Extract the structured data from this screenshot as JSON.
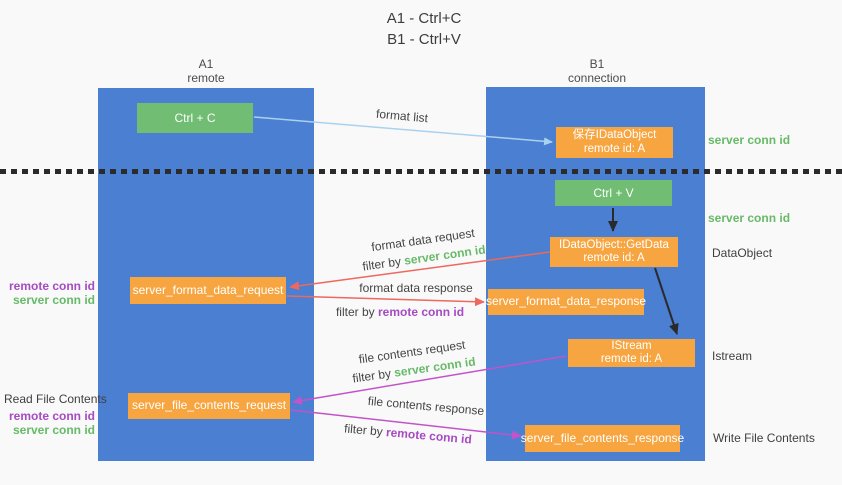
{
  "title": {
    "line1": "A1 - Ctrl+C",
    "line2": "B1 - Ctrl+V"
  },
  "columns": {
    "left": {
      "id": "A1",
      "subtitle": "remote"
    },
    "right": {
      "id": "B1",
      "subtitle": "connection"
    }
  },
  "boxes": {
    "ctrl_c": {
      "label": "Ctrl + C"
    },
    "ctrl_v": {
      "label": "Ctrl + V"
    },
    "save_idataobject": {
      "line1": "保存IDataObject",
      "line2": "remote id: A"
    },
    "getdata": {
      "line1": "IDataObject::GetData",
      "line2": "remote id: A"
    },
    "istream": {
      "line1": "IStream",
      "line2": "remote id: A"
    },
    "server_format_data_request": {
      "label": "server_format_data_request"
    },
    "server_format_data_response": {
      "label": "server_format_data_response"
    },
    "server_file_contents_request": {
      "label": "server_file_contents_request"
    },
    "server_file_contents_response": {
      "label": "server_file_contents_response"
    }
  },
  "arrow_labels": {
    "format_list": "format list",
    "format_data_request": "format data request",
    "format_data_response": "format data response",
    "file_contents_request": "file contents request",
    "file_contents_response": "file contents response",
    "filter_by": "filter by",
    "server_conn_id": "server conn id",
    "remote_conn_id": "remote conn id"
  },
  "side_labels": {
    "server_conn_id_top": "server conn id",
    "server_conn_id_mid": "server conn id",
    "dataobject": "DataObject",
    "istream": "Istream",
    "read_file_contents": "Read File Contents",
    "write_file_contents": "Write File Contents",
    "left_pair1": {
      "remote": "remote conn id",
      "server": "server conn id"
    },
    "left_pair2": {
      "remote": "remote conn id",
      "server": "server conn id"
    }
  },
  "colors": {
    "lifeline_blue": "#4a7fd2",
    "box_green": "#70bd73",
    "box_orange": "#f7a540",
    "arrow_red": "#ed685e",
    "arrow_magenta": "#c253c9",
    "arrow_lightblue": "#a8d2ee",
    "arrow_black": "#2a2a2a",
    "text_green": "#67ba68",
    "text_purple": "#a64bc2"
  }
}
